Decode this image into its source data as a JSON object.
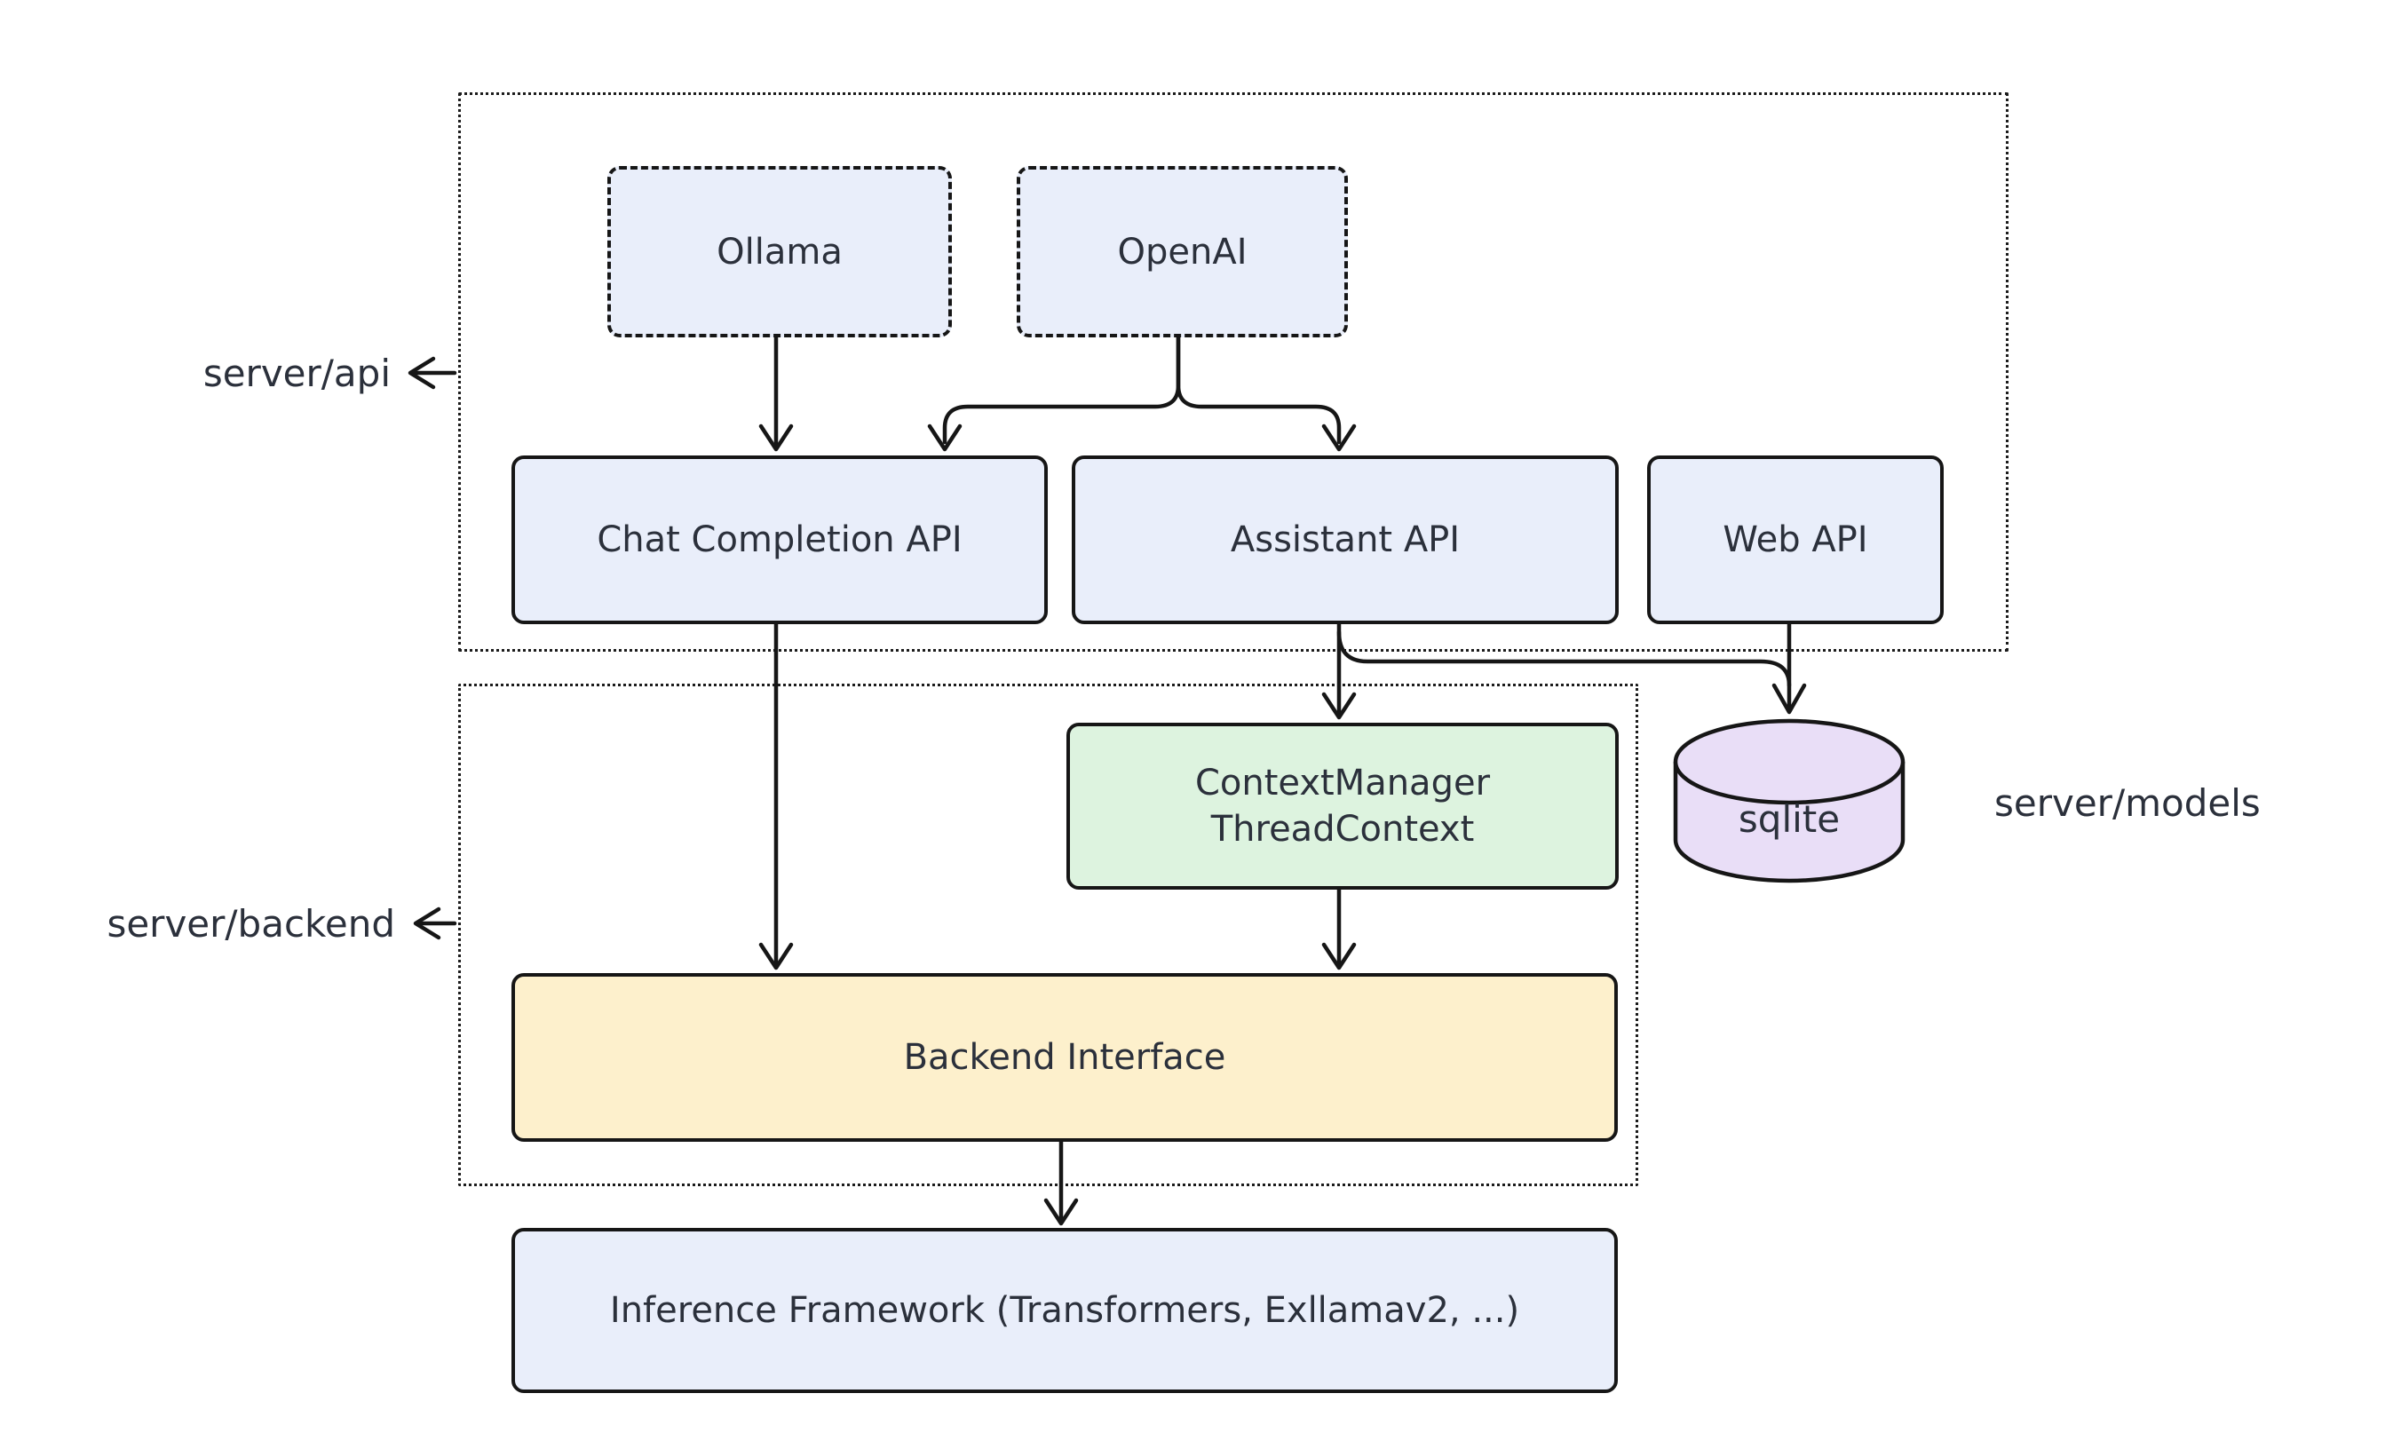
{
  "diagram": {
    "title": "server architecture diagram",
    "colors": {
      "node_blue": "#e9eefa",
      "node_green": "#ddf3df",
      "node_yellow": "#fdf0cc",
      "node_purple": "#e9def7",
      "stroke": "#161616",
      "text": "#2b303b",
      "background": "#ffffff"
    },
    "groups": {
      "api": {
        "label": "server/api"
      },
      "backend": {
        "label": "server/backend"
      },
      "models": {
        "label": "server/models"
      }
    },
    "nodes": {
      "ollama": {
        "label": "Ollama"
      },
      "openai": {
        "label": "OpenAI"
      },
      "chat_completion_api": {
        "label": "Chat Completion API"
      },
      "assistant_api": {
        "label": "Assistant API"
      },
      "web_api": {
        "label": "Web API"
      },
      "context_manager": {
        "line1": "ContextManager",
        "line2": "ThreadContext"
      },
      "sqlite": {
        "label": "sqlite"
      },
      "backend_interface": {
        "label": "Backend Interface"
      },
      "inference_framework": {
        "label": "Inference Framework (Transformers, Exllamav2, ...)"
      }
    },
    "edges": [
      {
        "from": "Ollama",
        "to": "Chat Completion API"
      },
      {
        "from": "OpenAI",
        "to": "Chat Completion API"
      },
      {
        "from": "OpenAI",
        "to": "Assistant API"
      },
      {
        "from": "Chat Completion API",
        "to": "Backend Interface"
      },
      {
        "from": "Assistant API",
        "to": "ContextManager ThreadContext"
      },
      {
        "from": "Assistant API",
        "to": "sqlite"
      },
      {
        "from": "Web API",
        "to": "sqlite"
      },
      {
        "from": "ContextManager ThreadContext",
        "to": "Backend Interface"
      },
      {
        "from": "Backend Interface",
        "to": "Inference Framework (Transformers, Exllamav2, ...)"
      }
    ]
  }
}
